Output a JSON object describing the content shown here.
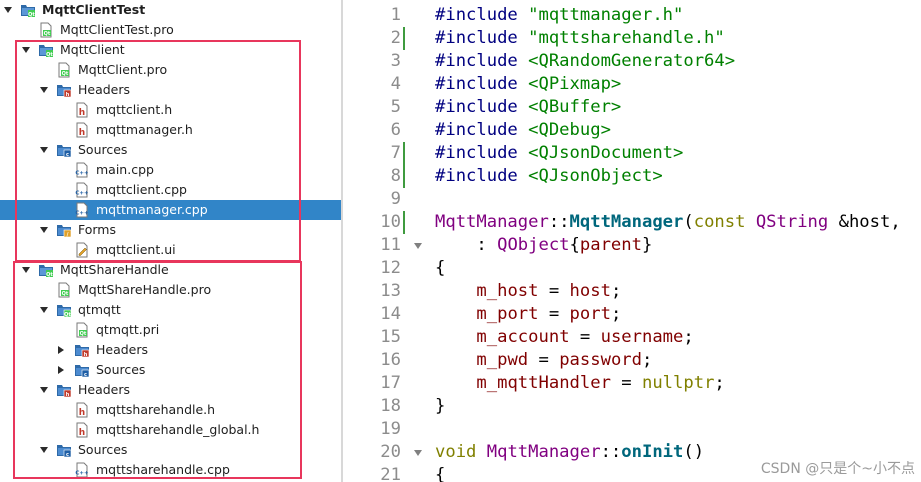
{
  "tree": {
    "items": [
      {
        "label": "MqttClientTest",
        "indent": 0,
        "arrow": "down",
        "icon": "qt-project-icon",
        "bold": true
      },
      {
        "label": "MqttClientTest.pro",
        "indent": 1,
        "arrow": "",
        "icon": "pro-file-icon"
      },
      {
        "label": "MqttClient",
        "indent": 1,
        "arrow": "down",
        "icon": "qt-project-icon"
      },
      {
        "label": "MqttClient.pro",
        "indent": 2,
        "arrow": "",
        "icon": "pro-file-icon"
      },
      {
        "label": "Headers",
        "indent": 2,
        "arrow": "down",
        "icon": "headers-folder-icon"
      },
      {
        "label": "mqttclient.h",
        "indent": 3,
        "arrow": "",
        "icon": "header-file-icon"
      },
      {
        "label": "mqttmanager.h",
        "indent": 3,
        "arrow": "",
        "icon": "header-file-icon"
      },
      {
        "label": "Sources",
        "indent": 2,
        "arrow": "down",
        "icon": "sources-folder-icon"
      },
      {
        "label": "main.cpp",
        "indent": 3,
        "arrow": "",
        "icon": "cpp-file-icon"
      },
      {
        "label": "mqttclient.cpp",
        "indent": 3,
        "arrow": "",
        "icon": "cpp-file-icon"
      },
      {
        "label": "mqttmanager.cpp",
        "indent": 3,
        "arrow": "",
        "icon": "cpp-file-icon",
        "selected": true
      },
      {
        "label": "Forms",
        "indent": 2,
        "arrow": "down",
        "icon": "forms-folder-icon"
      },
      {
        "label": "mqttclient.ui",
        "indent": 3,
        "arrow": "",
        "icon": "ui-file-icon"
      },
      {
        "label": "MqttShareHandle",
        "indent": 1,
        "arrow": "down",
        "icon": "qt-project-icon"
      },
      {
        "label": "MqttShareHandle.pro",
        "indent": 2,
        "arrow": "",
        "icon": "pro-file-icon"
      },
      {
        "label": "qtmqtt",
        "indent": 2,
        "arrow": "down",
        "icon": "qt-folder-icon"
      },
      {
        "label": "qtmqtt.pri",
        "indent": 3,
        "arrow": "",
        "icon": "pro-file-icon"
      },
      {
        "label": "Headers",
        "indent": 3,
        "arrow": "right",
        "icon": "headers-folder-icon"
      },
      {
        "label": "Sources",
        "indent": 3,
        "arrow": "right",
        "icon": "sources-folder-icon"
      },
      {
        "label": "Headers",
        "indent": 2,
        "arrow": "down",
        "icon": "headers-folder-icon"
      },
      {
        "label": "mqttsharehandle.h",
        "indent": 3,
        "arrow": "",
        "icon": "header-file-icon"
      },
      {
        "label": "mqttsharehandle_global.h",
        "indent": 3,
        "arrow": "",
        "icon": "header-file-icon"
      },
      {
        "label": "Sources",
        "indent": 2,
        "arrow": "down",
        "icon": "sources-folder-icon"
      },
      {
        "label": "mqttsharehandle.cpp",
        "indent": 3,
        "arrow": "",
        "icon": "cpp-file-icon"
      }
    ]
  },
  "editor": {
    "lines": [
      {
        "n": "1",
        "marker": false,
        "fold": false,
        "tokens": [
          [
            "pre",
            "#include "
          ],
          [
            "str",
            "\"mqttmanager.h\""
          ]
        ]
      },
      {
        "n": "2",
        "marker": true,
        "fold": false,
        "tokens": [
          [
            "pre",
            "#include "
          ],
          [
            "str",
            "\"mqttsharehandle.h\""
          ]
        ]
      },
      {
        "n": "3",
        "marker": false,
        "fold": false,
        "tokens": [
          [
            "pre",
            "#include "
          ],
          [
            "str",
            "<QRandomGenerator64>"
          ]
        ]
      },
      {
        "n": "4",
        "marker": false,
        "fold": false,
        "tokens": [
          [
            "pre",
            "#include "
          ],
          [
            "str",
            "<QPixmap>"
          ]
        ]
      },
      {
        "n": "5",
        "marker": false,
        "fold": false,
        "tokens": [
          [
            "pre",
            "#include "
          ],
          [
            "str",
            "<QBuffer>"
          ]
        ]
      },
      {
        "n": "6",
        "marker": false,
        "fold": false,
        "tokens": [
          [
            "pre",
            "#include "
          ],
          [
            "str",
            "<QDebug>"
          ]
        ]
      },
      {
        "n": "7",
        "marker": true,
        "fold": false,
        "tokens": [
          [
            "pre",
            "#include "
          ],
          [
            "str",
            "<QJsonDocument>"
          ]
        ]
      },
      {
        "n": "8",
        "marker": true,
        "fold": false,
        "tokens": [
          [
            "pre",
            "#include "
          ],
          [
            "str",
            "<QJsonObject>"
          ]
        ]
      },
      {
        "n": "9",
        "marker": false,
        "fold": false,
        "tokens": []
      },
      {
        "n": "10",
        "marker": true,
        "fold": false,
        "tokens": [
          [
            "cls",
            "MqttManager"
          ],
          [
            "plain",
            "::"
          ],
          [
            "fn",
            "MqttManager"
          ],
          [
            "plain",
            "("
          ],
          [
            "kw",
            "const "
          ],
          [
            "cls",
            "QString "
          ],
          [
            "plain",
            "&host,"
          ]
        ]
      },
      {
        "n": "11",
        "marker": false,
        "fold": true,
        "tokens": [
          [
            "plain",
            "    : "
          ],
          [
            "cls",
            "QObject"
          ],
          [
            "plain",
            "{"
          ],
          [
            "mem",
            "parent"
          ],
          [
            "plain",
            "}"
          ]
        ]
      },
      {
        "n": "12",
        "marker": false,
        "fold": false,
        "tokens": [
          [
            "plain",
            "{"
          ]
        ]
      },
      {
        "n": "13",
        "marker": false,
        "fold": false,
        "tokens": [
          [
            "plain",
            "    "
          ],
          [
            "mem",
            "m_host"
          ],
          [
            "plain",
            " = "
          ],
          [
            "mem",
            "host"
          ],
          [
            "plain",
            ";"
          ]
        ]
      },
      {
        "n": "14",
        "marker": false,
        "fold": false,
        "tokens": [
          [
            "plain",
            "    "
          ],
          [
            "mem",
            "m_port"
          ],
          [
            "plain",
            " = "
          ],
          [
            "mem",
            "port"
          ],
          [
            "plain",
            ";"
          ]
        ]
      },
      {
        "n": "15",
        "marker": false,
        "fold": false,
        "tokens": [
          [
            "plain",
            "    "
          ],
          [
            "mem",
            "m_account"
          ],
          [
            "plain",
            " = "
          ],
          [
            "mem",
            "username"
          ],
          [
            "plain",
            ";"
          ]
        ]
      },
      {
        "n": "16",
        "marker": false,
        "fold": false,
        "tokens": [
          [
            "plain",
            "    "
          ],
          [
            "mem",
            "m_pwd"
          ],
          [
            "plain",
            " = "
          ],
          [
            "mem",
            "password"
          ],
          [
            "plain",
            ";"
          ]
        ]
      },
      {
        "n": "17",
        "marker": false,
        "fold": false,
        "tokens": [
          [
            "plain",
            "    "
          ],
          [
            "mem",
            "m_mqttHandler"
          ],
          [
            "plain",
            " = "
          ],
          [
            "kw",
            "nullptr"
          ],
          [
            "plain",
            ";"
          ]
        ]
      },
      {
        "n": "18",
        "marker": false,
        "fold": false,
        "tokens": [
          [
            "plain",
            "}"
          ]
        ]
      },
      {
        "n": "19",
        "marker": false,
        "fold": false,
        "tokens": []
      },
      {
        "n": "20",
        "marker": false,
        "fold": true,
        "tokens": [
          [
            "kw",
            "void "
          ],
          [
            "cls",
            "MqttManager"
          ],
          [
            "plain",
            "::"
          ],
          [
            "fn",
            "onInit"
          ],
          [
            "plain",
            "()"
          ]
        ]
      },
      {
        "n": "21",
        "marker": false,
        "fold": false,
        "tokens": [
          [
            "plain",
            "{"
          ]
        ]
      }
    ]
  },
  "watermark": "CSDN @只是个~小不点",
  "colors": {
    "selection": "#3185c8",
    "highlight_box": "#e8365c",
    "change_marker": "#3f9b3f"
  }
}
